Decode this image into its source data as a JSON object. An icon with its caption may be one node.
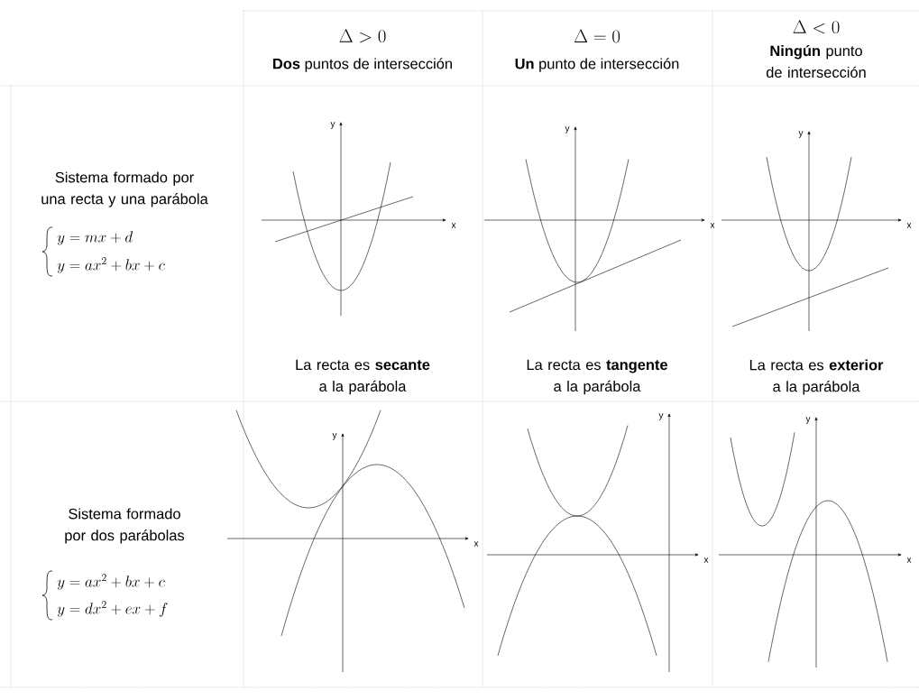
{
  "diagram": {
    "labels": [
      "\\Delta > 0",
      "**Dos** puntos de intersección",
      "\\Delta = 0",
      "**Un** punto de intersección",
      "\\Delta < 0",
      "**Ningún** punto de intersección",
      "Sistema formado por una recta y una parábola",
      "y = mx + d",
      "y = ax^{2} + bx + c",
      "y",
      "x",
      "y",
      "x",
      "y",
      "x",
      "La recta es **secante** a la parábola",
      "La recta es **tangente** a la parábola",
      "La recta es **exterior** a la parábola",
      "Sistema formado por dos parábolas",
      "y = ax^{2} + bx + c",
      "y = dx^{2} + ex + f",
      "y",
      "x",
      "y",
      "x",
      "y",
      "x"
    ]
  }
}
